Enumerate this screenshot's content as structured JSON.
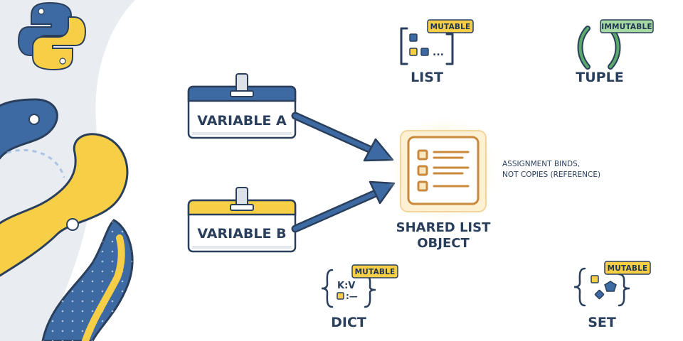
{
  "badges": {
    "variable_a": "VARIABLE A",
    "variable_b": "VARIABLE B"
  },
  "shared_object": {
    "label_line1": "SHARED LIST",
    "label_line2": "OBJECT"
  },
  "annotation": {
    "line1": "ASSIGNMENT BINDS,",
    "line2": "NOT COPIES (REFERENCE)"
  },
  "types": {
    "list": {
      "name": "LIST",
      "tag": "MUTABLE",
      "glyph": "..."
    },
    "tuple": {
      "name": "TUPLE",
      "tag": "IMMUTABLE"
    },
    "dict": {
      "name": "DICT",
      "tag": "MUTABLE",
      "glyph_line1": "K:V",
      "glyph_line2": ":—"
    },
    "set": {
      "name": "SET",
      "tag": "MUTABLE"
    }
  },
  "colors": {
    "navy": "#2a3f5c",
    "python_blue": "#3d6aa3",
    "python_yellow": "#f6cf47",
    "tuple_green": "#5aa86a",
    "shared_orange": "#c9883a",
    "glow": "#fde8b3",
    "backdrop": "#e9edf2"
  },
  "icons": [
    "python-logo-icon",
    "python-snake-icon",
    "clip-icon",
    "arrow-icon",
    "list-items-icon"
  ]
}
